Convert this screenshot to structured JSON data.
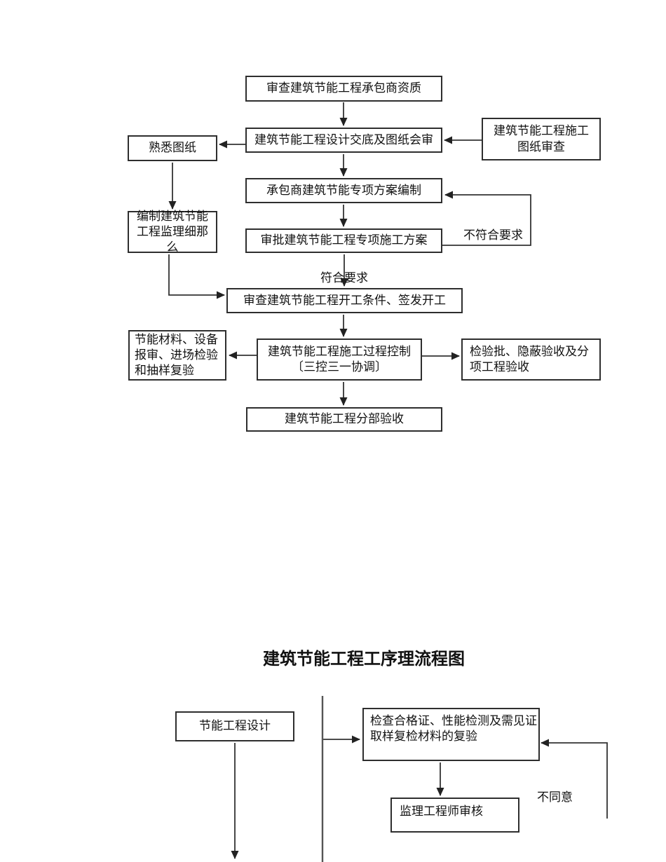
{
  "page": {
    "background": "#ffffff",
    "box_border_color": "#2e2e2e",
    "connector_color": "#333333",
    "divider_color": "#555555",
    "text_color": "#111111"
  },
  "top_flowchart": {
    "nodes": {
      "review_contractor_qualification": "审查建筑节能工程承包商资质",
      "design_disclosure": "建筑节能工程设计交底及图纸会审",
      "construction_drawing_review": "建筑节能工程施工图纸审查",
      "familiarize_drawings": "熟悉图纸",
      "compile_supervision_outline": "编制建筑节能工程监理细那么",
      "contractor_special_plan": "承包商建筑节能专项方案编制",
      "approve_special_plan": "审批建筑节能工程专项施工方案",
      "review_start_conditions": "审查建筑节能工程开工条件、签发开工",
      "materials_inspection": "节能材料、设备报审、进场检验和抽样复验",
      "process_control": "建筑节能工程施工过程控制〔三控三一协调〕",
      "batch_hidden_acceptance": "检验批、隐蔽验收及分项工程验收",
      "division_acceptance": "建筑节能工程分部验收"
    },
    "edge_labels": {
      "not_compliant": "不符合要求",
      "compliant": "符合要求"
    }
  },
  "section_title": "建筑节能工程工序理流程图",
  "bottom_flowchart": {
    "nodes": {
      "energy_saving_design": "节能工程设计",
      "check_certificates_retest": "检查合格证、性能检测及需见证取样复检材料的复验",
      "supervising_engineer_review": "监理工程师审核"
    },
    "edge_labels": {
      "disagree": "不同意"
    }
  }
}
